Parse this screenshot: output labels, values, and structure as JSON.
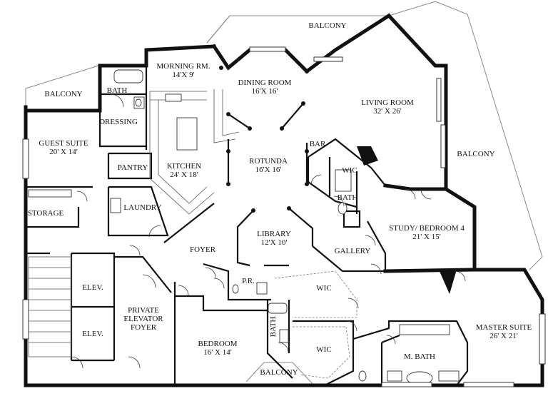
{
  "rooms": {
    "balcony_top": "BALCONY",
    "balcony_left": "BALCONY",
    "balcony_right": "BALCONY",
    "balcony_bottom": "BALCONY",
    "morning_room": {
      "name": "MORNING RM.",
      "dim": "14'X 9'"
    },
    "dining_room": {
      "name": "DINING ROOM",
      "dim": "16'X 16'"
    },
    "living_room": {
      "name": "LIVING ROOM",
      "dim": "32' X 26'"
    },
    "bath_top": "BATH",
    "dressing": "DRESSING",
    "guest_suite": {
      "name": "GUEST SUITE",
      "dim": "20' X 14'"
    },
    "pantry": "PANTRY",
    "kitchen": {
      "name": "KITCHEN",
      "dim": "24' X 18'"
    },
    "rotunda": {
      "name": "ROTUNDA",
      "dim": "16'X 16'"
    },
    "bar": "BAR",
    "wic_1": "WIC",
    "bath_mid": "BATH",
    "laundry": "LAUNDRY",
    "storage": "STORAGE",
    "study": {
      "name": "STUDY/ BEDROOM 4",
      "dim": "21' X 15'"
    },
    "library": {
      "name": "LIBRARY",
      "dim": "12'X 10'"
    },
    "foyer": "FOYER",
    "gallery": "GALLERY",
    "pr": "P.R.",
    "elev_1": "ELEV.",
    "elev_2": "ELEV.",
    "private_elevator_foyer": {
      "line1": "PRIVATE",
      "line2": "ELEVATOR",
      "line3": "FOYER"
    },
    "wic_2": "WIC",
    "bath_vertical": "BATH",
    "bedroom": {
      "name": "BEDROOM",
      "dim": "16' X 14'"
    },
    "wic_3": "WIC",
    "master_suite": {
      "name": "MASTER SUITE",
      "dim": "26' X 21'"
    },
    "m_bath": "M. BATH"
  }
}
